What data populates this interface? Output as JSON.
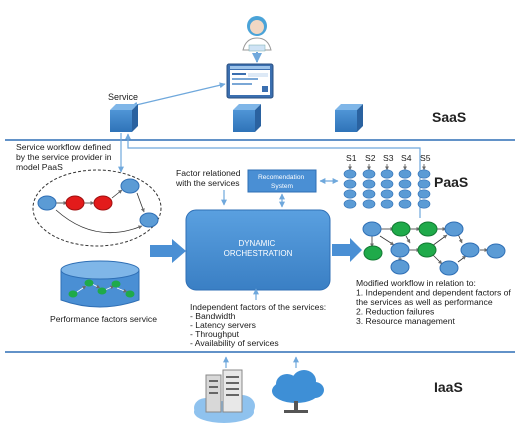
{
  "layers": {
    "saas": "SaaS",
    "paas": "PaaS",
    "iaas": "IaaS"
  },
  "service_label": "Service",
  "workflow_label": [
    "Service workflow defined",
    "by the service provider in",
    "model PaaS"
  ],
  "factor_label": [
    "Factor relationed",
    "with the services"
  ],
  "recommendation": [
    "Recomendation",
    "System"
  ],
  "services_header": [
    "S1",
    "S2",
    "S3",
    "S4",
    "S5"
  ],
  "orchestration": [
    "DYNAMIC",
    "ORCHESTRATION"
  ],
  "performance_label": "Performance factors service",
  "independent": {
    "title": "Independent factors of the services:",
    "items": [
      "- Bandwidth",
      "- Latency servers",
      "- Throughput",
      "- Availability of services"
    ]
  },
  "modified": {
    "title": "Modified workflow in relation to:",
    "items": [
      "1.  Independent and dependent factors of",
      "     the services as well as performance",
      "2.  Reduction failures",
      "3.  Resource management"
    ]
  },
  "colors": {
    "node_blue": "#5b9bd5",
    "node_red": "#e31b1b",
    "node_green": "#1faa4a",
    "orchestration": "#4a8fd4",
    "line": "#6fa8dc"
  }
}
